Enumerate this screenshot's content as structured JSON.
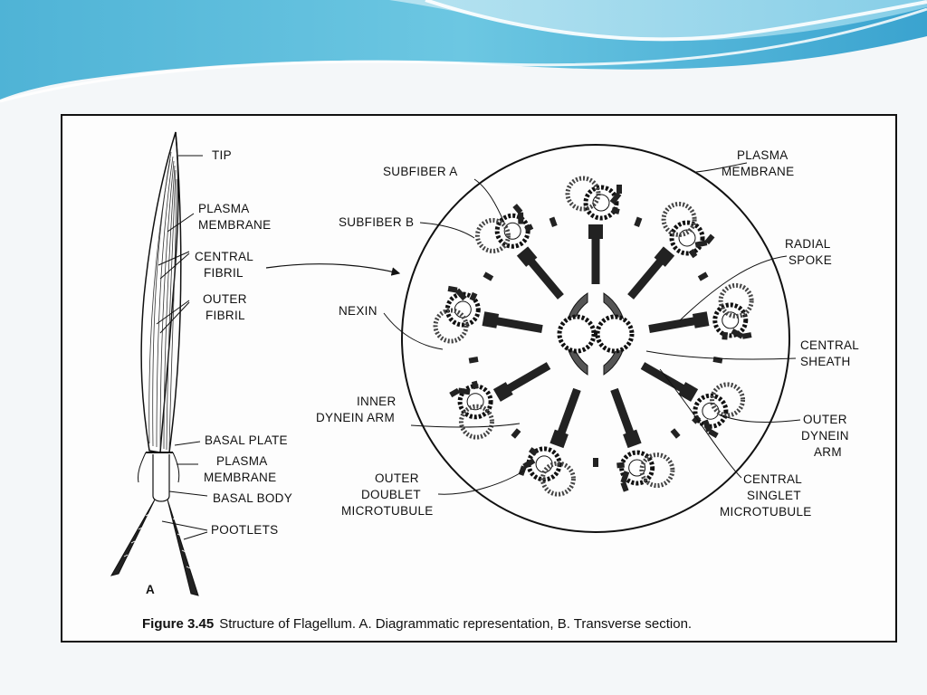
{
  "figure": {
    "panel_label": "A",
    "caption_number": "Figure 3.45",
    "caption_text": "Structure of Flagellum. A. Diagrammatic representation, B. Transverse section."
  },
  "labels_a": {
    "tip": "TIP",
    "plasma_membrane_1": "PLASMA",
    "plasma_membrane_2": "MEMBRANE",
    "central_fibril_1": "CENTRAL",
    "central_fibril_2": "FIBRIL",
    "outer_fibril_1": "OUTER",
    "outer_fibril_2": "FIBRIL",
    "basal_plate": "BASAL PLATE",
    "plasma_membrane_b_1": "PLASMA",
    "plasma_membrane_b_2": "MEMBRANE",
    "basal_body": "BASAL BODY",
    "rootlets": "POOTLETS"
  },
  "labels_b": {
    "subfiber_a": "SUBFIBER A",
    "subfiber_b": "SUBFIBER B",
    "nexin": "NEXIN",
    "inner_dynein_1": "INNER",
    "inner_dynein_2": "DYNEIN ARM",
    "outer_doublet_1": "OUTER",
    "outer_doublet_2": "DOUBLET",
    "outer_doublet_3": "MICROTUBULE",
    "plasma_membrane_1": "PLASMA",
    "plasma_membrane_2": "MEMBRANE",
    "radial_spoke_1": "RADIAL",
    "radial_spoke_2": "SPOKE",
    "central_sheath_1": "CENTRAL",
    "central_sheath_2": "SHEATH",
    "outer_dynein_1": "OUTER",
    "outer_dynein_2": "DYNEIN",
    "outer_dynein_3": "ARM",
    "central_singlet_1": "CENTRAL",
    "central_singlet_2": "SINGLET",
    "central_singlet_3": "MICROTUBULE"
  }
}
